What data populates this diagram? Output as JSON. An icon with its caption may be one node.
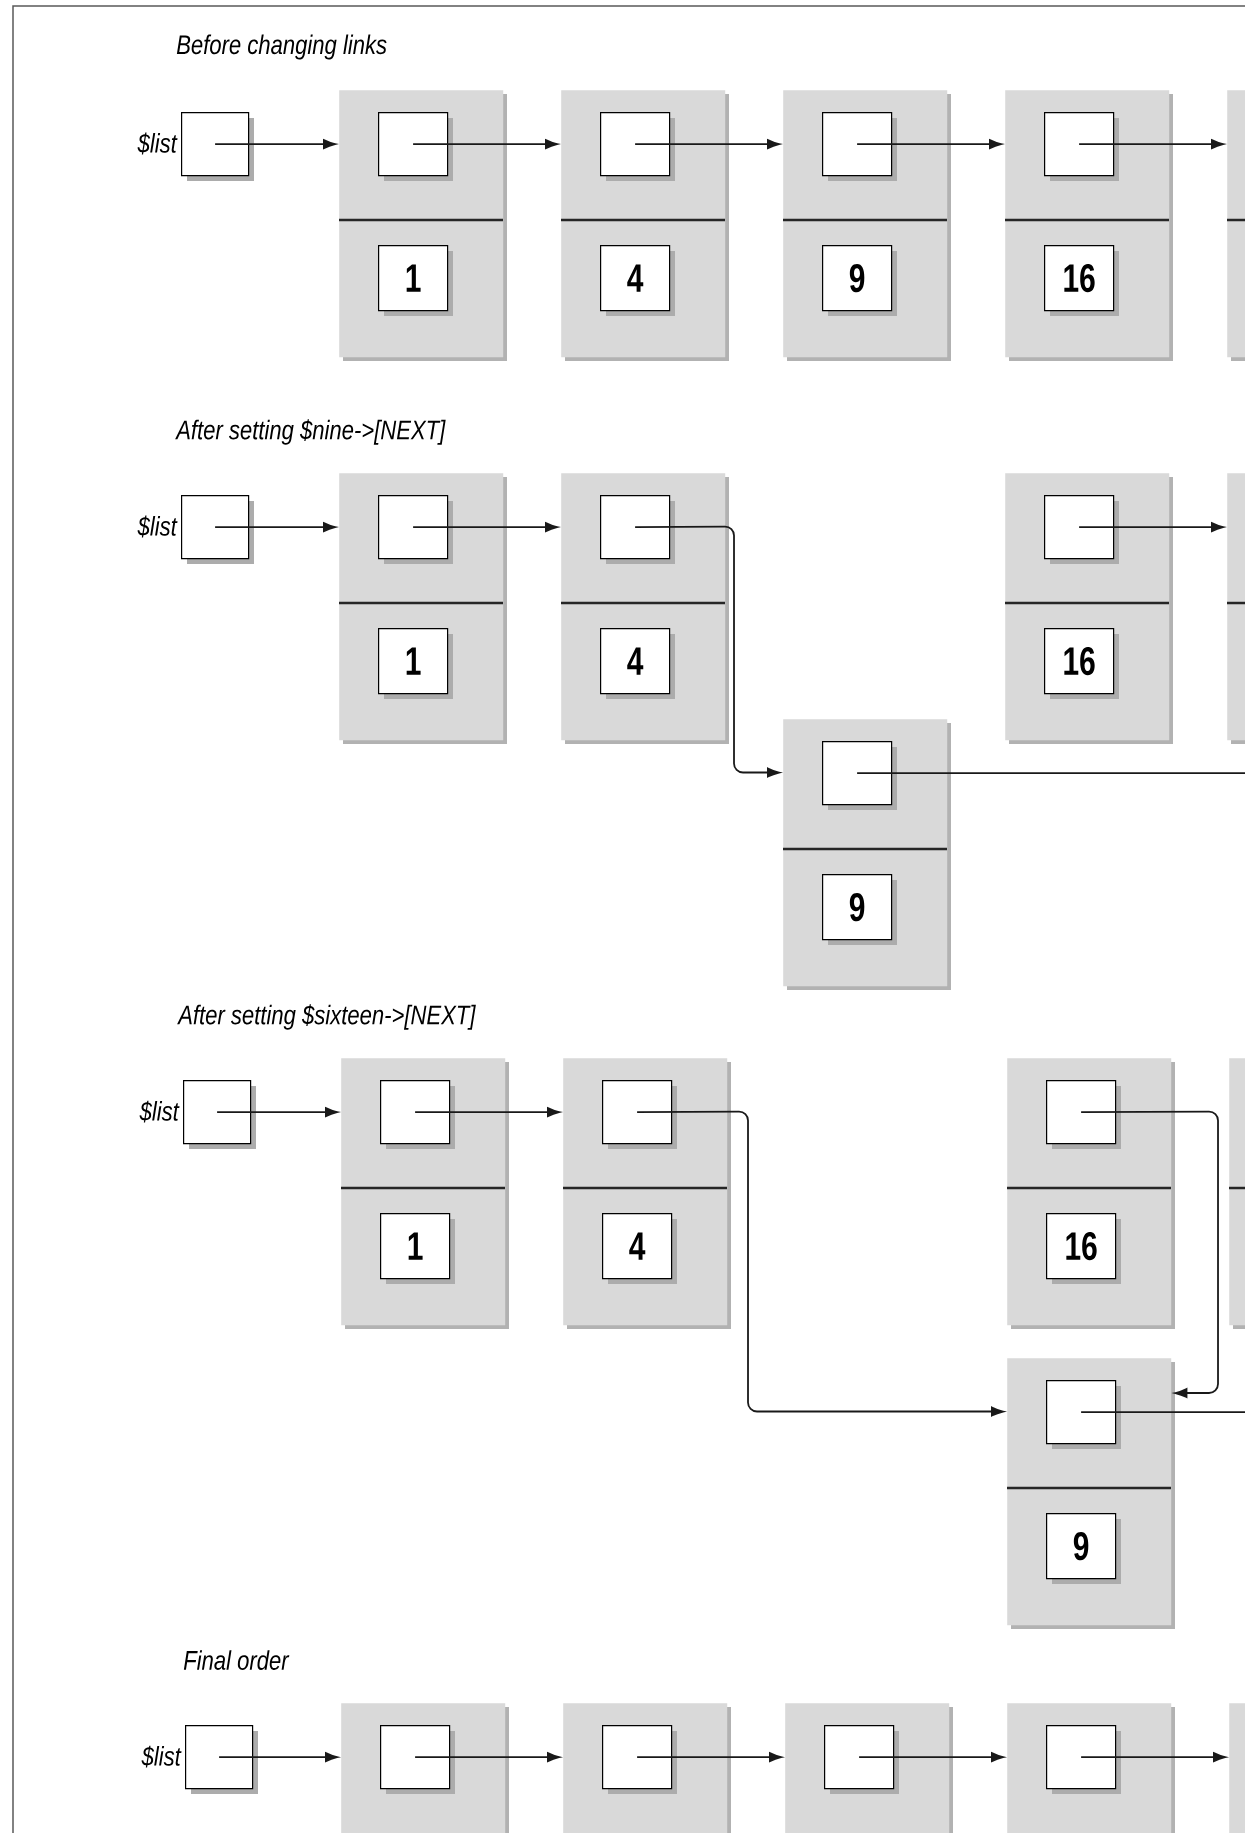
{
  "diagram": {
    "nodes": [
      {
        "text": [],
        "shape": "box",
        "beside": [
          "$list"
        ]
      },
      {
        "text": [],
        "shape": "box"
      },
      {
        "text": [],
        "shape": "box",
        "in": 1
      },
      {
        "text": [
          "1"
        ],
        "in": 1
      },
      {
        "text": [],
        "shape": "box"
      },
      {
        "text": [],
        "shape": "box",
        "in": 4
      },
      {
        "text": [
          "4"
        ],
        "in": 4
      },
      {
        "text": [],
        "shape": "box"
      },
      {
        "text": [],
        "shape": "box",
        "in": 7
      },
      {
        "text": [
          "9"
        ],
        "in": 7
      },
      {
        "text": [],
        "shape": "box"
      },
      {
        "text": [],
        "shape": "box",
        "in": 10
      },
      {
        "text": [
          "16"
        ],
        "in": 10
      },
      {
        "text": [],
        "shape": "box"
      },
      {
        "text": [],
        "shape": "box",
        "beside": [
          "$list"
        ]
      },
      {
        "text": [],
        "shape": "box"
      },
      {
        "text": [],
        "shape": "box",
        "in": 15
      },
      {
        "text": [
          "1"
        ],
        "in": 15
      },
      {
        "text": [],
        "shape": "box"
      },
      {
        "text": [],
        "shape": "box",
        "in": 18
      },
      {
        "text": [
          "4"
        ],
        "in": 18
      },
      {
        "text": [],
        "shape": "box"
      },
      {
        "text": [],
        "shape": "box",
        "in": 21
      },
      {
        "text": [
          "16"
        ],
        "in": 21
      },
      {
        "text": [],
        "shape": "box"
      },
      {
        "text": [],
        "shape": "box"
      },
      {
        "text": [],
        "shape": "box",
        "in": 25
      },
      {
        "text": [
          "9"
        ],
        "in": 25
      },
      {
        "text": [],
        "shape": "box",
        "beside": [
          "$list"
        ]
      },
      {
        "text": [],
        "shape": "box"
      },
      {
        "text": [],
        "shape": "box",
        "in": 29
      },
      {
        "text": [
          "1"
        ],
        "in": 29
      },
      {
        "text": [],
        "shape": "box"
      },
      {
        "text": [],
        "shape": "box",
        "in": 32
      },
      {
        "text": [
          "4"
        ],
        "in": 32
      },
      {
        "text": [],
        "shape": "box"
      },
      {
        "text": [],
        "shape": "box",
        "in": 35
      },
      {
        "text": [
          "16"
        ],
        "in": 35
      },
      {
        "text": [],
        "shape": "box"
      },
      {
        "text": [],
        "shape": "box"
      },
      {
        "text": [],
        "shape": "box",
        "in": 39
      },
      {
        "text": [
          "9"
        ],
        "in": 39
      },
      {
        "text": [],
        "shape": "box",
        "beside": [
          "$list"
        ]
      },
      {
        "text": [],
        "shape": "box"
      },
      {
        "text": [],
        "shape": "box",
        "in": 43
      },
      {
        "text": [],
        "shape": "box"
      },
      {
        "text": [],
        "shape": "box",
        "in": 45
      },
      {
        "text": [],
        "shape": "box"
      },
      {
        "text": [],
        "shape": "box",
        "in": 47
      },
      {
        "text": [],
        "shape": "box"
      },
      {
        "text": [],
        "shape": "box",
        "in": 49
      },
      {
        "text": [],
        "shape": "box"
      }
    ],
    "edges": [
      {
        "from": 0,
        "to": 1,
        "arrow": "to"
      },
      {
        "from": 2,
        "to": 4,
        "arrow": "to"
      },
      {
        "from": 5,
        "to": 7,
        "arrow": "to"
      },
      {
        "from": 8,
        "to": 10,
        "arrow": "to"
      },
      {
        "from": 11,
        "to": 13,
        "arrow": "to"
      },
      {
        "from": 14,
        "to": 15,
        "arrow": "to"
      },
      {
        "from": 16,
        "to": 18,
        "arrow": "to"
      },
      {
        "from": 19,
        "to": 25,
        "arrow": "to"
      },
      {
        "from": 22,
        "to": 24,
        "arrow": "to"
      },
      {
        "from": 26,
        "to": null,
        "arrow": "none"
      },
      {
        "from": 28,
        "to": 29,
        "arrow": "to"
      },
      {
        "from": 30,
        "to": 32,
        "arrow": "to"
      },
      {
        "from": 33,
        "to": 39,
        "arrow": "to"
      },
      {
        "from": 36,
        "to": 39,
        "arrow": "to"
      },
      {
        "from": 40,
        "to": null,
        "arrow": "none"
      },
      {
        "from": 42,
        "to": 43,
        "arrow": "to"
      },
      {
        "from": 44,
        "to": 45,
        "arrow": "to"
      },
      {
        "from": 46,
        "to": 47,
        "arrow": "to"
      },
      {
        "from": 48,
        "to": 49,
        "arrow": "to"
      },
      {
        "from": 50,
        "to": 51,
        "arrow": "to"
      }
    ],
    "labels": [
      "Before changing links",
      "After setting $nine->[NEXT]",
      "After setting $sixteen->[NEXT]",
      "Final order"
    ]
  }
}
